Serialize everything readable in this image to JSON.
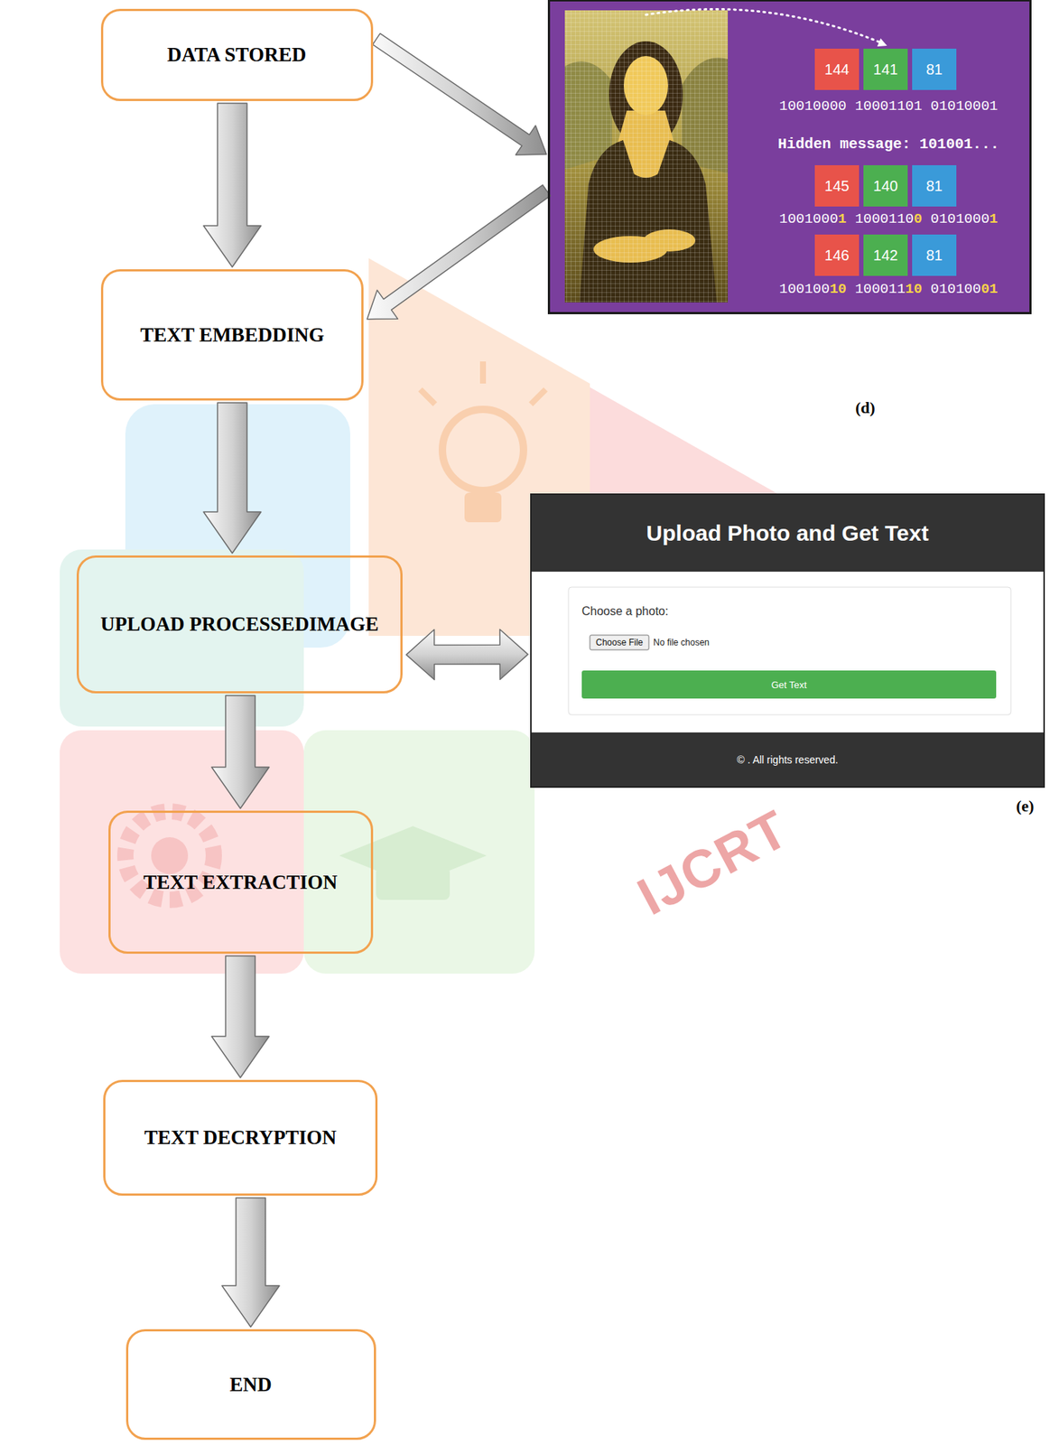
{
  "diagram": {
    "nodes": [
      {
        "text": [
          "DATA STORED"
        ]
      },
      {
        "text": [
          "144",
          "141",
          "81",
          "10010000 10001101 01010001",
          "Hidden message: 101001...",
          "145",
          "140",
          "81",
          "10010001 10001100 01010001",
          "146",
          "142",
          "81",
          "10010010 10001110 01010001"
        ]
      },
      {
        "text": [
          "TEXT EMBEDDING"
        ]
      },
      {
        "text": [
          "UPLOAD PROCESSEDIMAGE"
        ]
      },
      {
        "text": [
          "Upload Photo and Get Text",
          "Choose a photo:",
          "Choose File",
          "No file chosen",
          "Get Text",
          "© . All rights reserved."
        ]
      },
      {
        "text": [
          "TEXT EXTRACTION"
        ]
      },
      {
        "text": [
          "TEXT DECRYPTION"
        ]
      },
      {
        "text": [
          "END"
        ]
      }
    ],
    "edges": [
      {
        "from": 0,
        "to": 1,
        "arrow": "to"
      },
      {
        "from": 0,
        "to": 2,
        "arrow": "to"
      },
      {
        "from": 1,
        "to": 2,
        "arrow": "to"
      },
      {
        "from": 2,
        "to": 3,
        "arrow": "to"
      },
      {
        "from": 3,
        "to": 4,
        "arrow": "both"
      },
      {
        "from": 3,
        "to": 5,
        "arrow": "to"
      },
      {
        "from": 5,
        "to": 6,
        "arrow": "to"
      },
      {
        "from": 6,
        "to": 7,
        "arrow": "to"
      }
    ],
    "labels": [
      "(d)",
      "(e)",
      "IJCRT"
    ]
  }
}
